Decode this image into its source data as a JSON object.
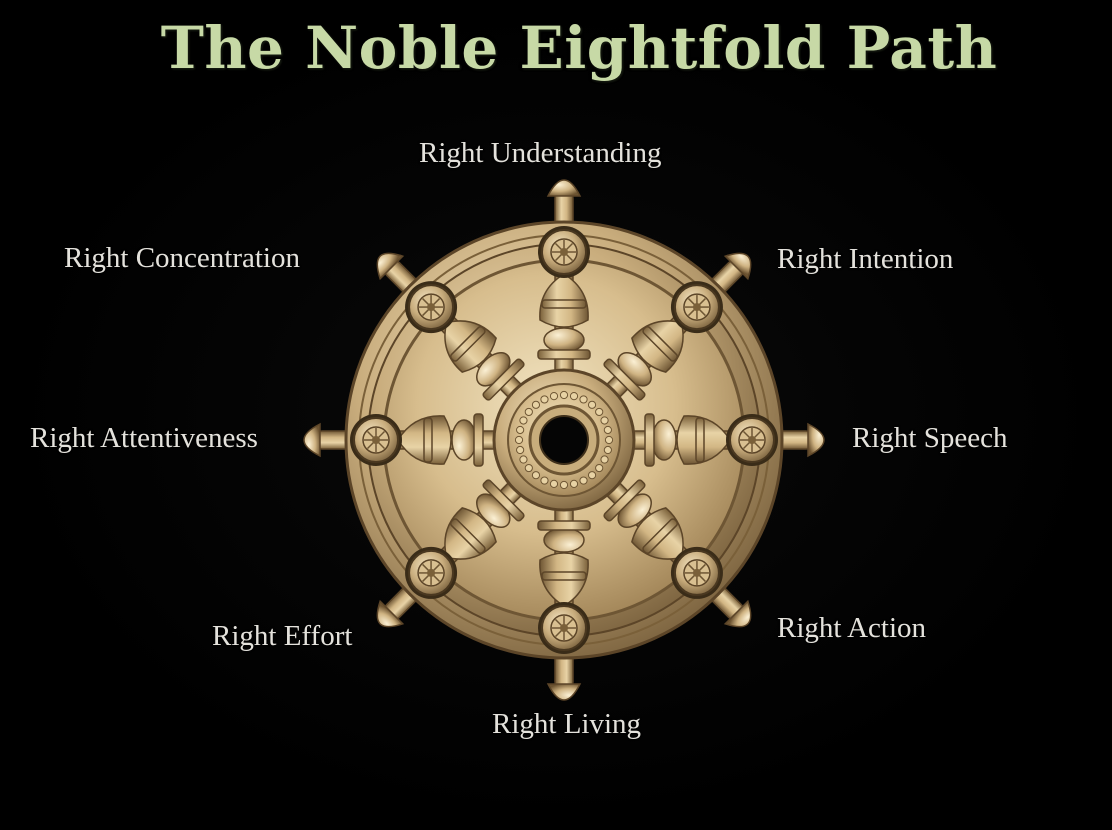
{
  "title": "The Noble Eightfold Path",
  "path_labels": [
    "Right Understanding",
    "Right Intention",
    "Right Speech",
    "Right Action",
    "Right Living",
    "Right Effort",
    "Right Attentiveness",
    "Right Concentration"
  ],
  "wheel": {
    "symbol": "dharma-wheel",
    "spokes": 8,
    "colors": {
      "background": "#000000",
      "title": "#c7d9a6",
      "label": "#e4e2dc",
      "gold_light": "#e9d6ab",
      "gold_mid": "#c4a878",
      "gold_dark": "#6e5634"
    }
  }
}
